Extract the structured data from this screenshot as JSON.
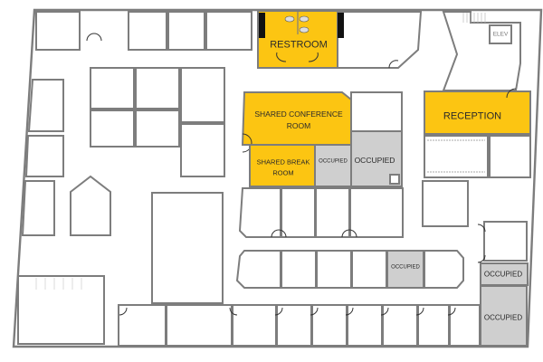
{
  "floor_plan": {
    "rooms": {
      "restroom": {
        "label": "RESTROOM",
        "status": "shared"
      },
      "conference": {
        "label_line1": "SHARED CONFERENCE",
        "label_line2": "ROOM",
        "status": "shared"
      },
      "break_room": {
        "label_line1": "SHARED BREAK",
        "label_line2": "ROOM",
        "status": "shared"
      },
      "reception": {
        "label": "RECEPTION",
        "status": "shared"
      },
      "elevator": {
        "label": "ELEV"
      },
      "occupied_1": {
        "label": "OCCUPIED",
        "status": "occupied"
      },
      "occupied_2": {
        "label": "OCCUPIED",
        "status": "occupied"
      },
      "occupied_3": {
        "label": "OCCUPIED",
        "status": "occupied"
      },
      "occupied_4": {
        "label": "OCCUPIED",
        "status": "occupied"
      },
      "occupied_5": {
        "label": "OCCUPIED",
        "status": "occupied"
      }
    },
    "colors": {
      "shared": "#fcc512",
      "occupied": "#cfcfcf",
      "available": "#ffffff",
      "wall": "#7d7d7d"
    }
  }
}
